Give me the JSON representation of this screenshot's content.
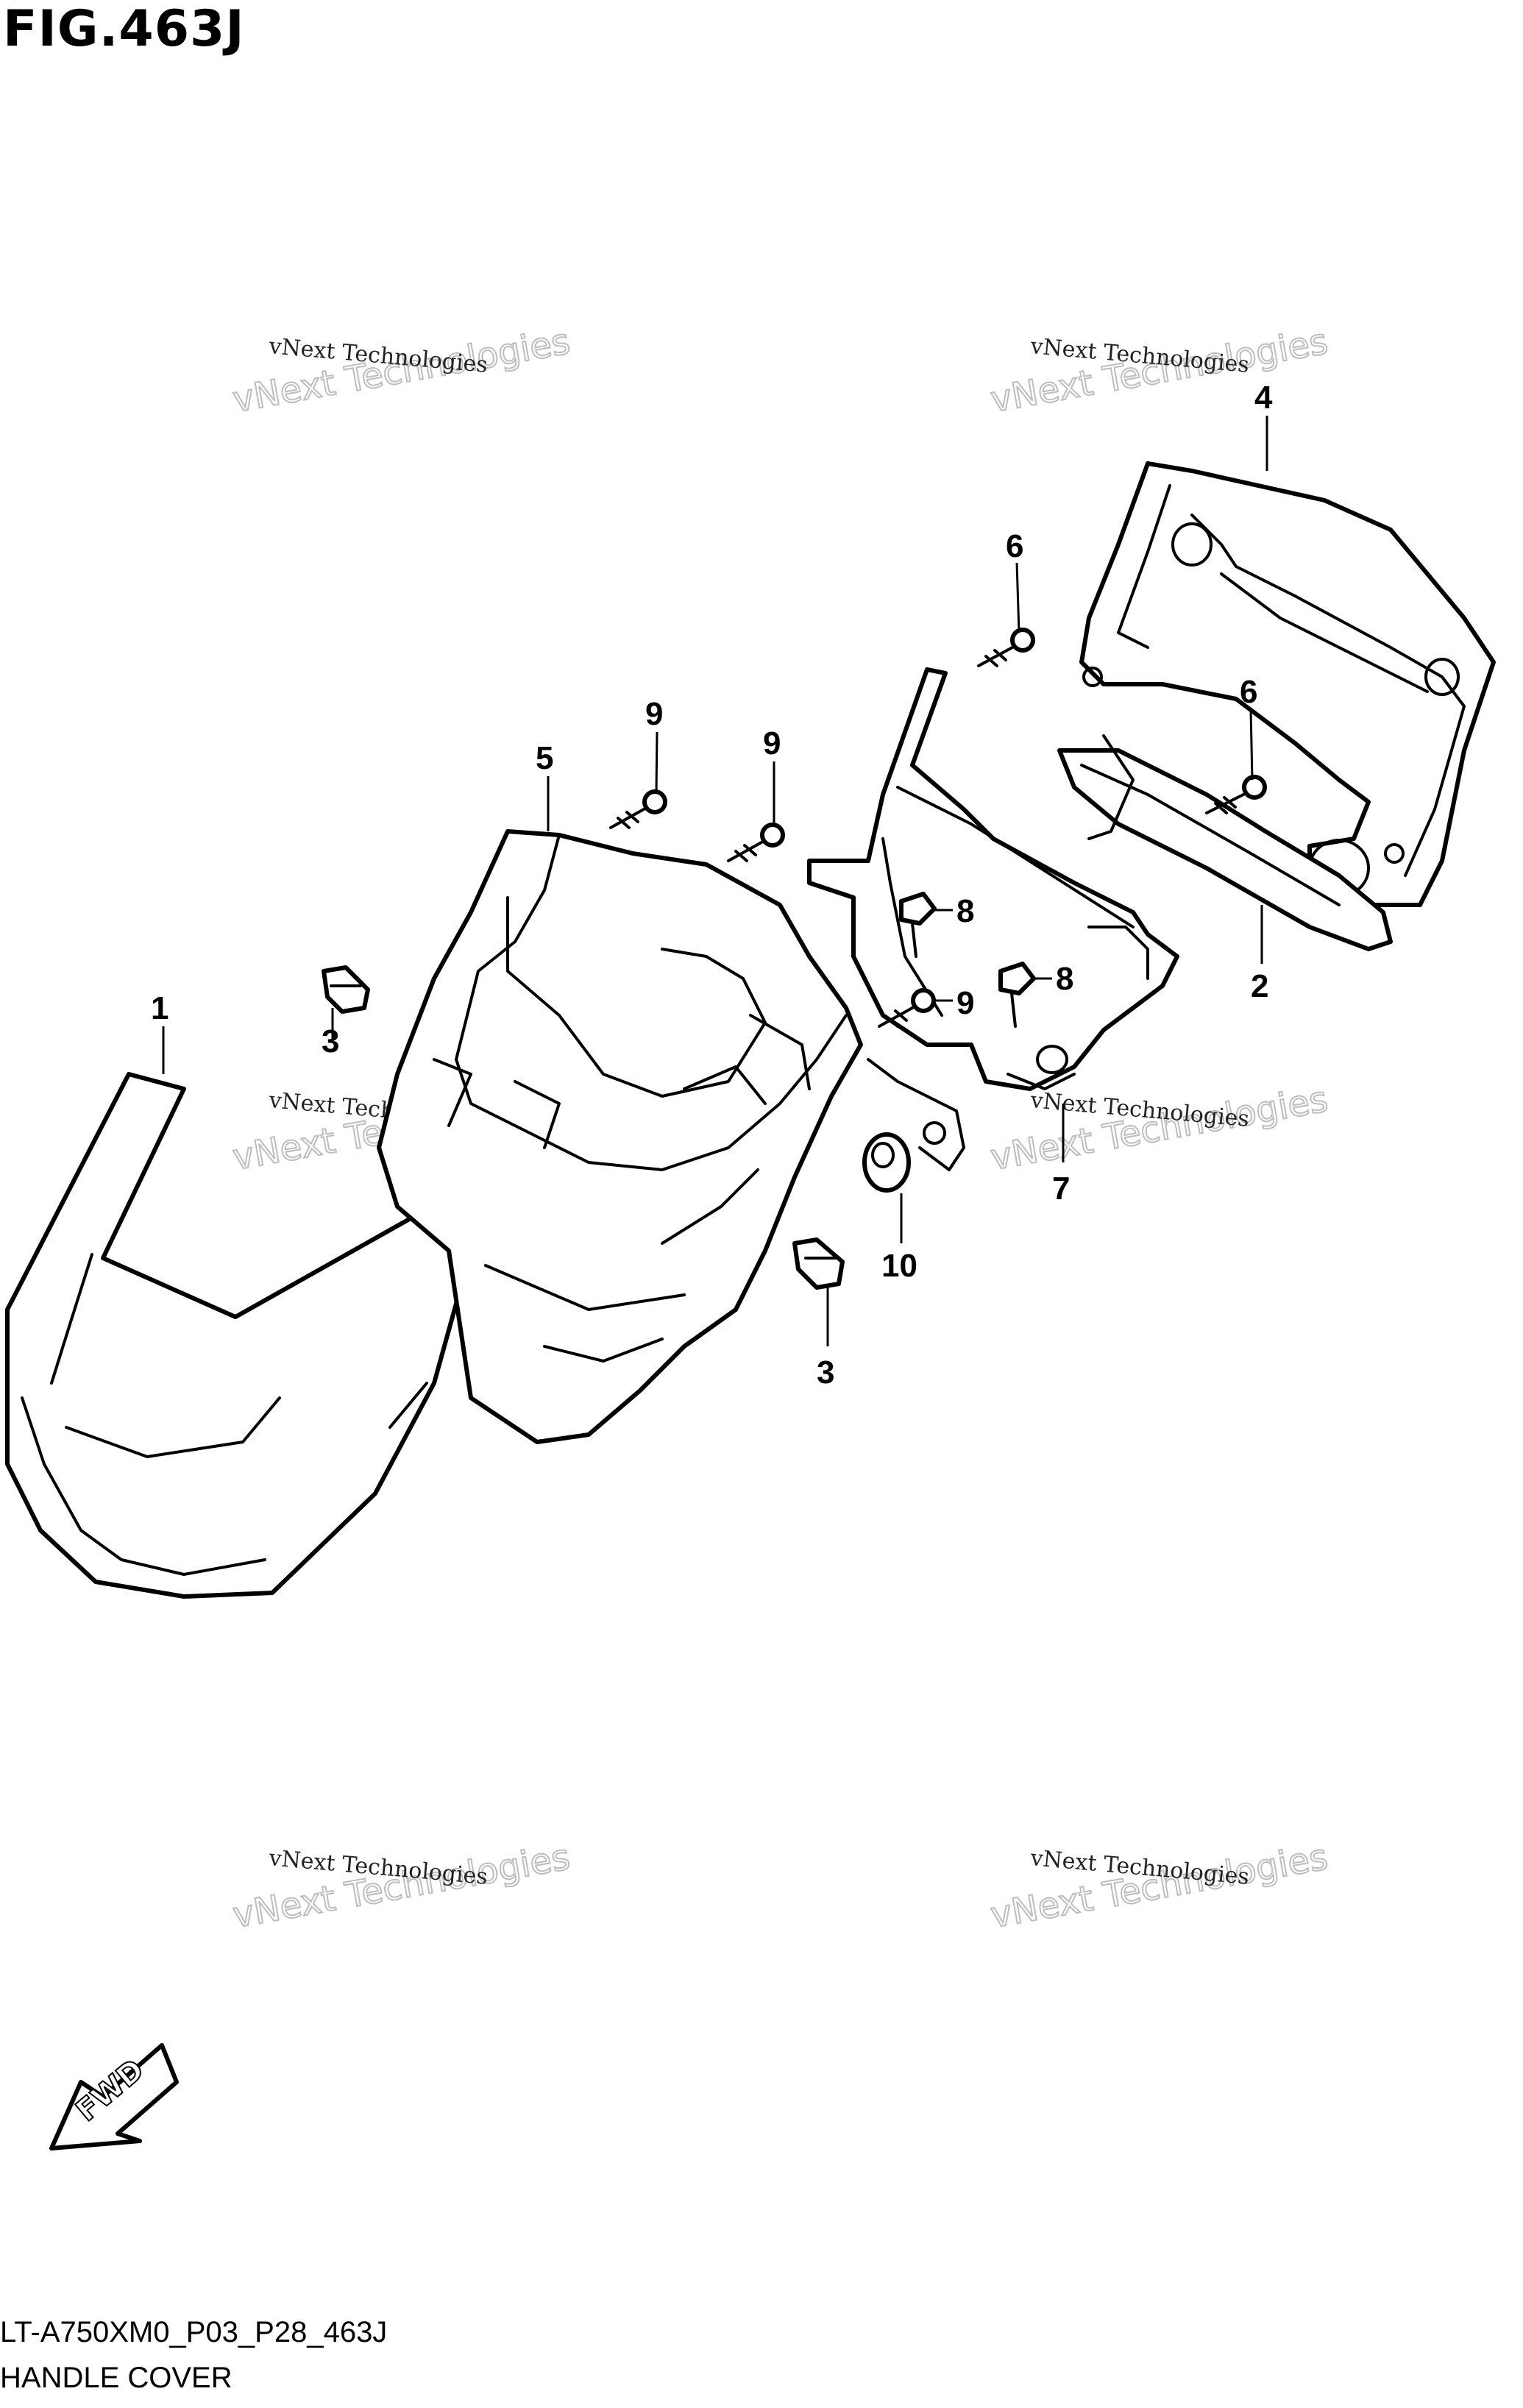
{
  "figure": {
    "title": "FIG.463J",
    "model_code": "LT-A750XM0_P03_P28_463J",
    "caption": "HANDLE COVER"
  },
  "watermark": {
    "small_text": "vNext Technologies",
    "large_text": "vNext Technologies"
  },
  "callouts": {
    "c1": "1",
    "c2": "2",
    "c3a": "3",
    "c3b": "3",
    "c4": "4",
    "c5": "5",
    "c6a": "6",
    "c6b": "6",
    "c7": "7",
    "c8a": "8",
    "c8b": "8",
    "c9a": "9",
    "c9b": "9",
    "c9c": "9",
    "c10": "10"
  },
  "fwd_label": "FWD"
}
